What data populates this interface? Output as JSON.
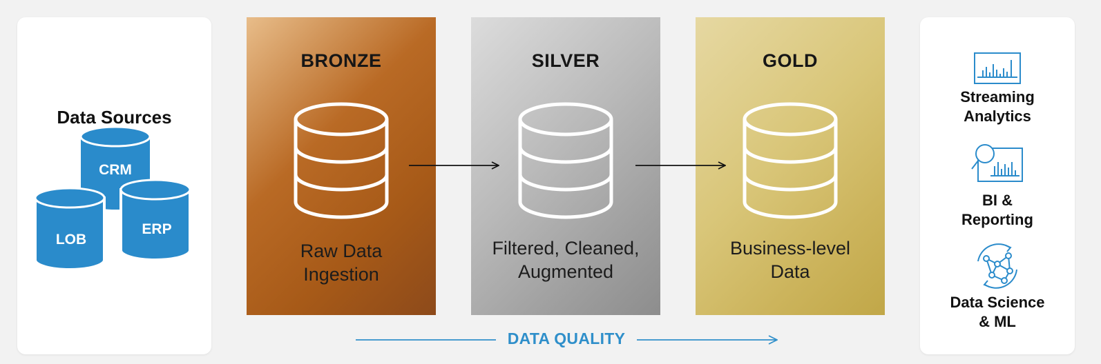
{
  "sources": {
    "title": "Data Sources",
    "databases": [
      {
        "label": "CRM"
      },
      {
        "label": "ERP"
      },
      {
        "label": "LOB"
      }
    ],
    "color": "#2a8bcb"
  },
  "tiers": [
    {
      "title": "BRONZE",
      "desc_lines": [
        "Raw Data",
        "Ingestion"
      ]
    },
    {
      "title": "SILVER",
      "desc_lines": [
        "Filtered, Cleaned,",
        "Augmented"
      ]
    },
    {
      "title": "GOLD",
      "desc_lines": [
        "Business-level",
        "Data"
      ]
    }
  ],
  "quality": {
    "label": "DATA QUALITY",
    "color": "#2f8fca"
  },
  "consumers": [
    {
      "icon": "bar-chart-icon",
      "label_lines": [
        "Streaming",
        "Analytics"
      ]
    },
    {
      "icon": "magnifier-chart-icon",
      "label_lines": [
        "BI &",
        "Reporting"
      ]
    },
    {
      "icon": "network-graph-icon",
      "label_lines": [
        "Data Science",
        "& ML"
      ]
    }
  ]
}
